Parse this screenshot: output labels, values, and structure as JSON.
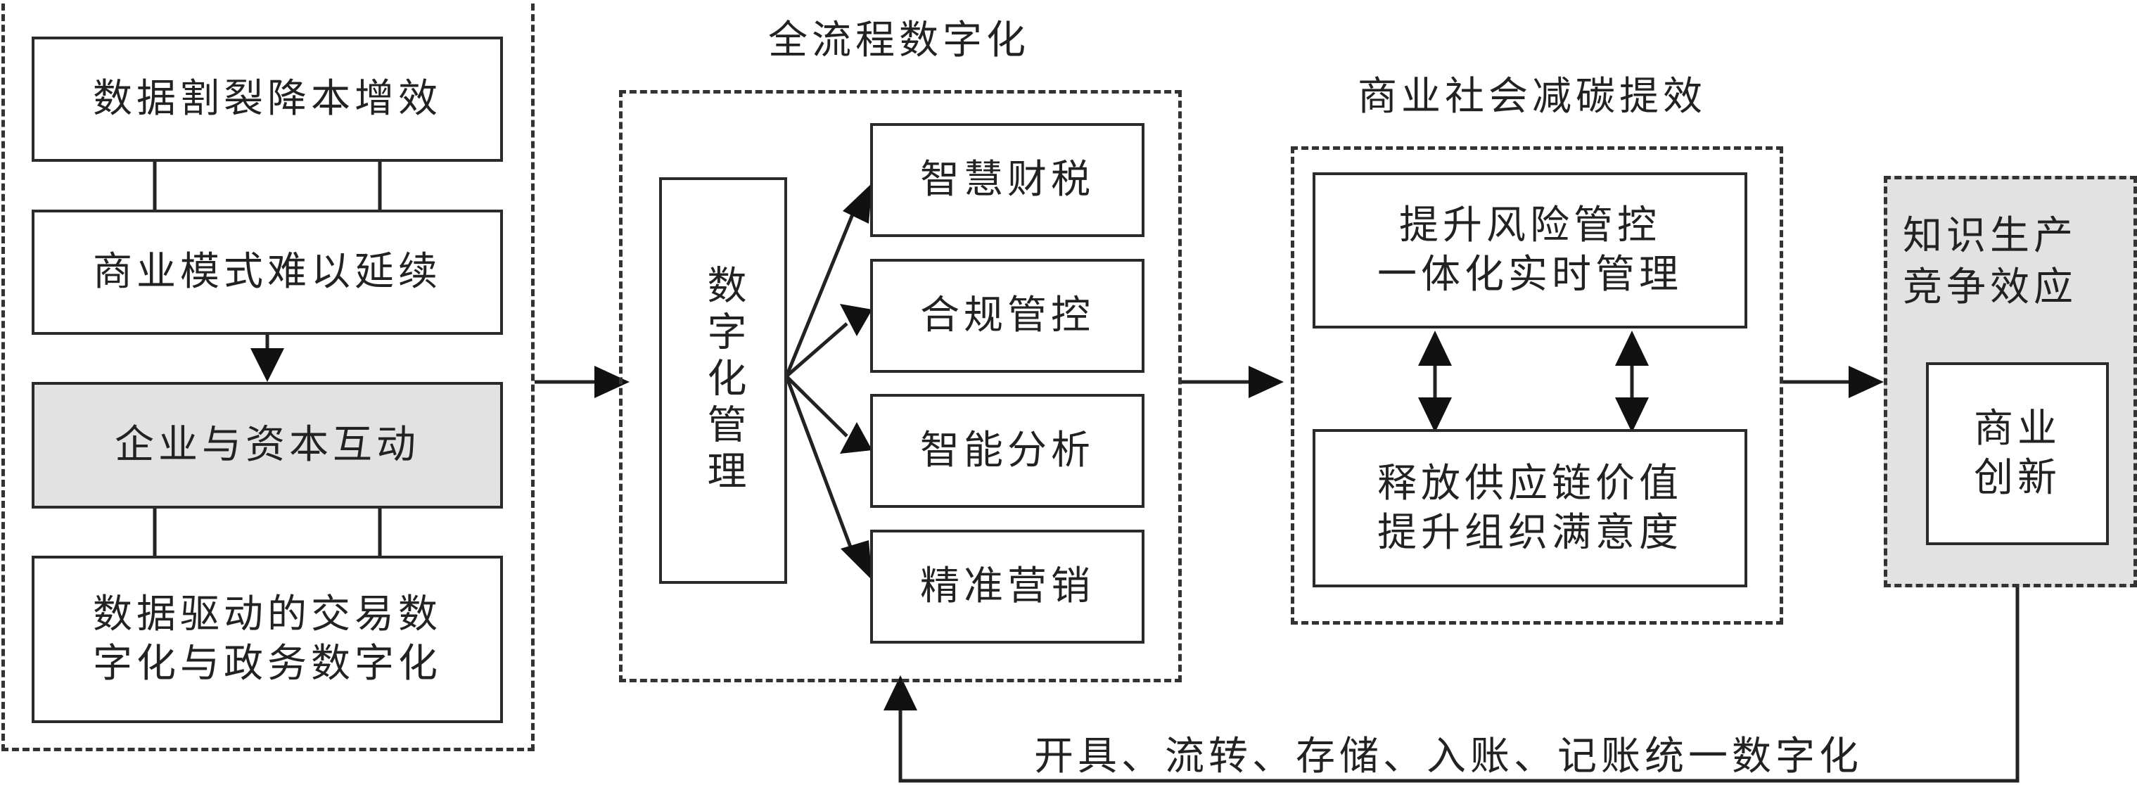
{
  "left_group": {
    "boxes": [
      "数据割裂降本增效",
      "商业模式难以延续",
      "企业与资本互动"
    ],
    "box4_lines": [
      "数据驱动的交易数",
      "字化与政务数字化"
    ]
  },
  "middle_group": {
    "title": "全流程数字化",
    "center": "数字化管理",
    "items": [
      "智慧财税",
      "合规管控",
      "智能分析",
      "精准营销"
    ]
  },
  "right_group": {
    "title": "商业社会减碳提效",
    "top_lines": [
      "提升风险管控",
      "一体化实时管理"
    ],
    "bottom_lines": [
      "释放供应链价值",
      "提升组织满意度"
    ]
  },
  "far_right": {
    "heading_lines": [
      "知识生产",
      "竞争效应"
    ],
    "inner_lines": [
      "商业",
      "创新"
    ]
  },
  "feedback_label": "开具、流转、存储、入账、记账统一数字化"
}
